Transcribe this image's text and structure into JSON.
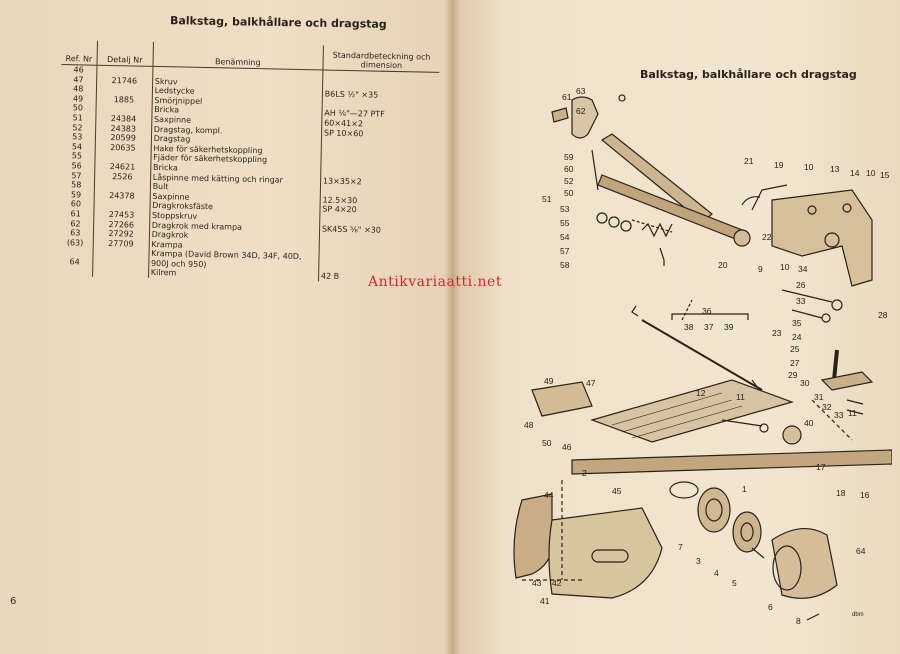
{
  "left_page": {
    "title": "Balkstag, balkhållare och dragstag",
    "headers": {
      "ref": "Ref. Nr",
      "detail": "Detalj Nr",
      "name": "Benämning",
      "std": "Standardbeteckning och dimension"
    },
    "rows": [
      {
        "ref": "46",
        "detail": "",
        "name": "",
        "std": ""
      },
      {
        "ref": "47",
        "detail": "21746",
        "name": "Skruv",
        "std": ""
      },
      {
        "ref": "48",
        "detail": "",
        "name": "Ledstycke",
        "std": "B6LS ½\" ×35"
      },
      {
        "ref": "49",
        "detail": "1885",
        "name": "Smörjnippel",
        "std": ""
      },
      {
        "ref": "50",
        "detail": "",
        "name": "Bricka",
        "std": "AH ⅛\"—27 PTF"
      },
      {
        "ref": "51",
        "detail": "24384",
        "name": "Saxpinne",
        "std": "60×41×2"
      },
      {
        "ref": "52",
        "detail": "24383",
        "name": "Dragstag, kompl.",
        "std": "SP 10×60"
      },
      {
        "ref": "53",
        "detail": "20599",
        "name": "Dragstag",
        "std": ""
      },
      {
        "ref": "54",
        "detail": "20635",
        "name": "Hake för säkerhetskoppling",
        "std": ""
      },
      {
        "ref": "55",
        "detail": "",
        "name": "Fjäder för säkerhetskoppling",
        "std": ""
      },
      {
        "ref": "56",
        "detail": "24621",
        "name": "Bricka",
        "std": ""
      },
      {
        "ref": "57",
        "detail": "2526",
        "name": "Låspinne med kätting och ringar",
        "std": "13×35×2"
      },
      {
        "ref": "58",
        "detail": "",
        "name": "Bult",
        "std": ""
      },
      {
        "ref": "59",
        "detail": "24378",
        "name": "Saxpinne",
        "std": "12.5×30"
      },
      {
        "ref": "60",
        "detail": "",
        "name": "Dragkroksfäste",
        "std": "SP 4×20"
      },
      {
        "ref": "61",
        "detail": "27453",
        "name": "Stoppskruv",
        "std": ""
      },
      {
        "ref": "62",
        "detail": "27266",
        "name": "Dragkrok med krampa",
        "std": "SK45S ⅝\" ×30"
      },
      {
        "ref": "63",
        "detail": "27292",
        "name": "Dragkrok",
        "std": ""
      },
      {
        "ref": "(63)",
        "detail": "27709",
        "name": "Krampa",
        "std": ""
      },
      {
        "ref": "",
        "detail": "",
        "name": "Krampa (David Brown 34D, 34F, 40D,",
        "std": ""
      },
      {
        "ref": "64",
        "detail": "",
        "name": "900J och 950)",
        "std": ""
      },
      {
        "ref": "",
        "detail": "",
        "name": "Kilrem",
        "std": "42 B"
      }
    ],
    "page_number": "6"
  },
  "right_page": {
    "title": "Balkstag, balkhållare och dragstag",
    "watermark": "Antikvariaatti.net",
    "callouts": [
      "61",
      "63",
      "62",
      "59",
      "60",
      "52",
      "50",
      "51",
      "53",
      "55",
      "54",
      "57",
      "58",
      "21",
      "19",
      "10",
      "13",
      "14",
      "10",
      "15",
      "22",
      "20",
      "9",
      "10",
      "34",
      "26",
      "33",
      "35",
      "24",
      "23",
      "25",
      "27",
      "28",
      "29",
      "30",
      "31",
      "32",
      "33",
      "11",
      "36",
      "38",
      "37",
      "39",
      "12",
      "11",
      "49",
      "47",
      "48",
      "50",
      "46",
      "2",
      "45",
      "40",
      "17",
      "18",
      "16",
      "44",
      "1",
      "7",
      "3",
      "4",
      "5",
      "64",
      "6",
      "8",
      "43",
      "42",
      "41"
    ],
    "corner_mark": "dbm"
  },
  "colors": {
    "paper": "#efdfc6",
    "ink": "#2a2118",
    "watermark": "#cc2a2a"
  }
}
